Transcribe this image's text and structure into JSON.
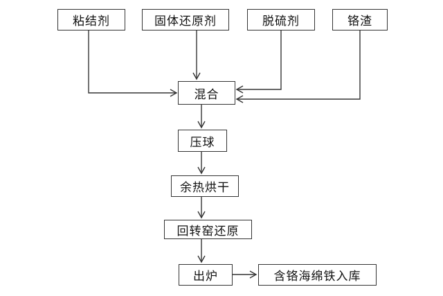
{
  "inputs": {
    "binder": "粘结剂",
    "solid_reductant": "固体还原剂",
    "desulfurizer": "脱硫剂",
    "chromium_slag": "铬渣"
  },
  "steps": {
    "mix": "混合",
    "pelletize": "压球",
    "dry": "余热烘干",
    "kiln": "回转窑还原",
    "discharge": "出炉",
    "product": "含铬海绵铁入库"
  },
  "colors": {
    "line": "#333333",
    "text": "#111111"
  }
}
